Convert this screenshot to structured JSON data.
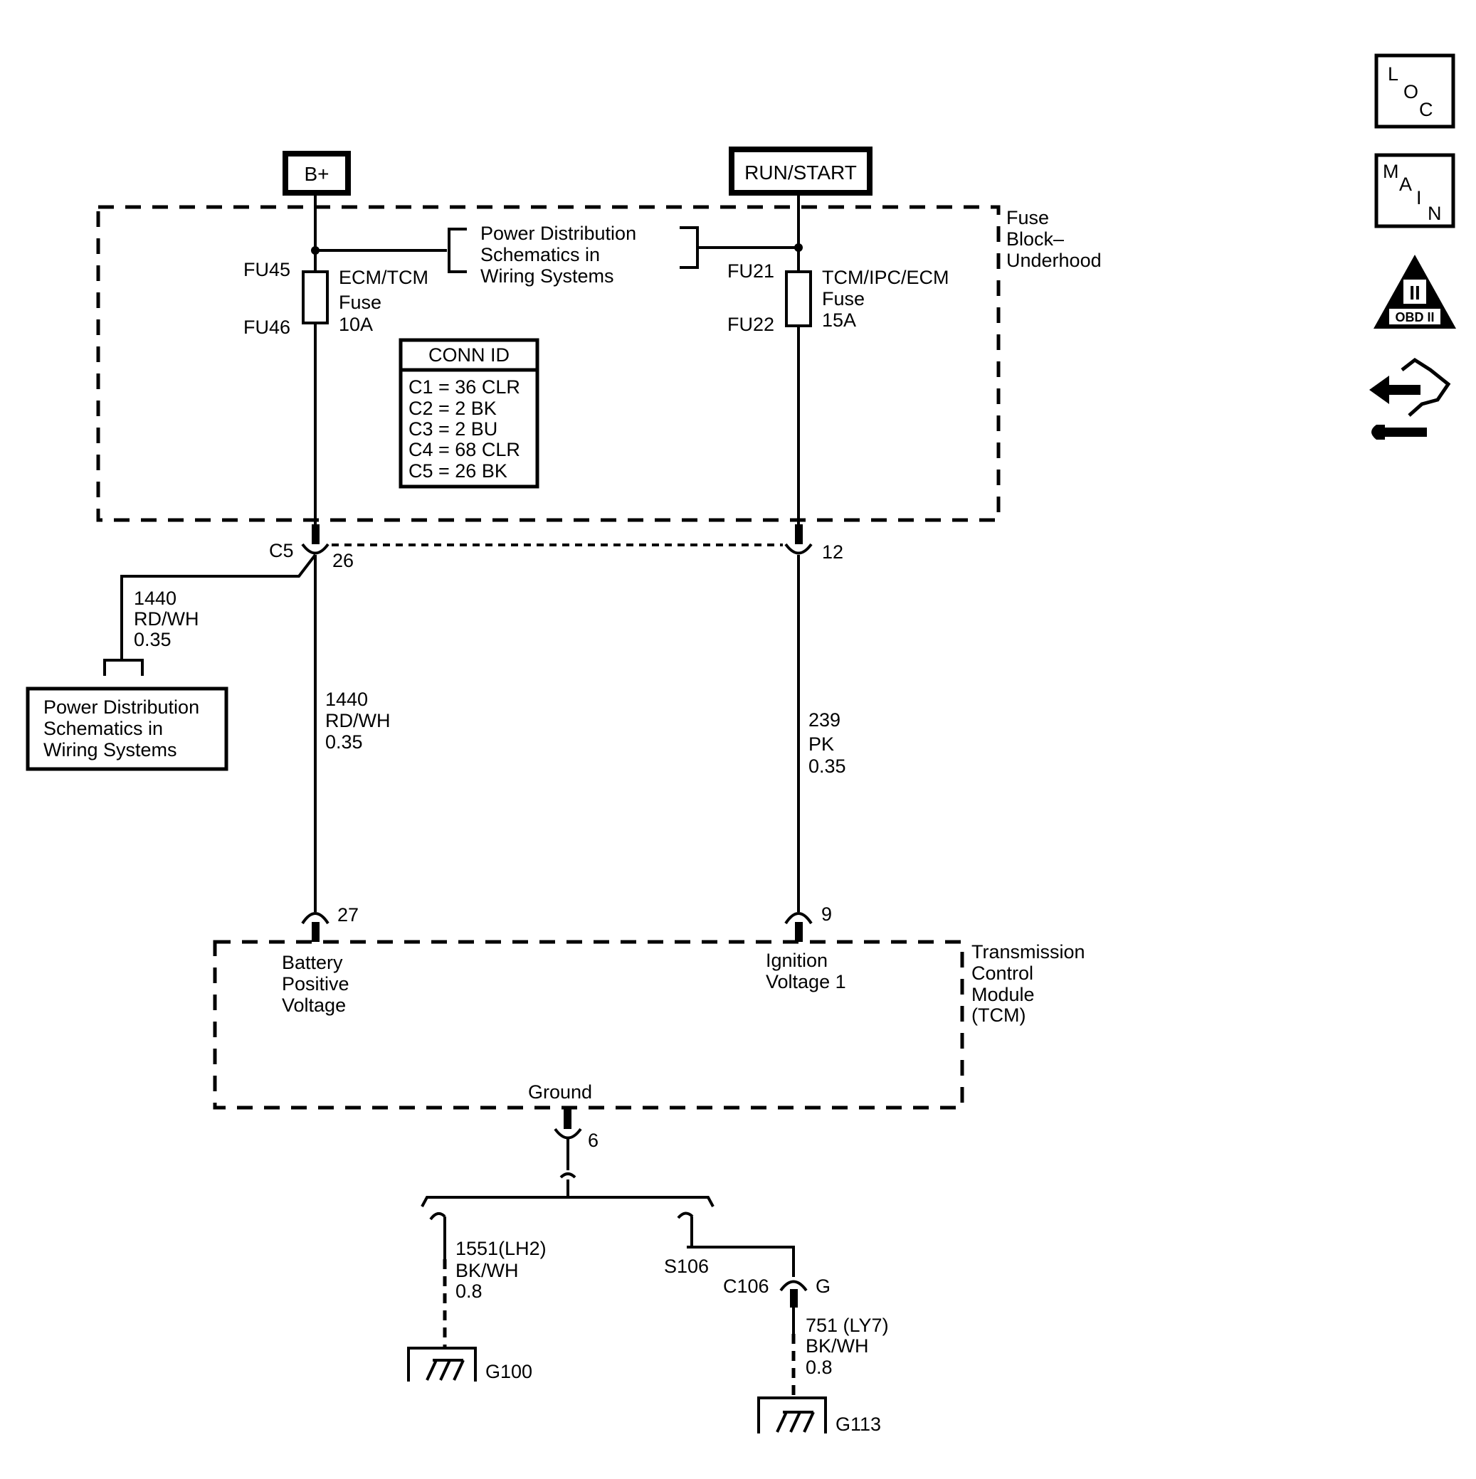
{
  "power_sources": {
    "b_plus": "B+",
    "run_start": "RUN/START"
  },
  "fuse_block": {
    "label_lines": [
      "Fuse",
      "Block–",
      "Underhood"
    ]
  },
  "fuses": {
    "left": {
      "top_terminal": "FU45",
      "bottom_terminal": "FU46",
      "name": "ECM/TCM",
      "word": "Fuse",
      "rating": "10A"
    },
    "right": {
      "top_terminal": "FU21",
      "bottom_terminal": "FU22",
      "name": "TCM/IPC/ECM",
      "word": "Fuse",
      "rating": "15A"
    }
  },
  "power_ref_top": [
    "Power Distribution",
    "Schematics in",
    "Wiring Systems"
  ],
  "power_ref_left": [
    "Power Distribution",
    "Schematics in",
    "Wiring Systems"
  ],
  "conn_id": {
    "title": "CONN ID",
    "rows": [
      "C1 = 36 CLR",
      "C2 = 2 BK",
      "C3 = 2 BU",
      "C4 = 68 CLR",
      "C5 = 26 BK"
    ]
  },
  "connectors": {
    "c5_label": "C5",
    "c5_pin_left": "26",
    "c5_pin_right": "12",
    "tcm_pin_left": "27",
    "tcm_pin_right": "9",
    "tcm_pin_ground": "6"
  },
  "wires": {
    "branch": [
      "1440",
      "RD/WH",
      "0.35"
    ],
    "left": [
      "1440",
      "RD/WH",
      "0.35"
    ],
    "right": [
      "239",
      "PK",
      "0.35"
    ],
    "g100": [
      "1551(LH2)",
      "BK/WH",
      "0.8"
    ],
    "g113": [
      "751 (LY7)",
      "BK/WH",
      "0.8"
    ]
  },
  "tcm": {
    "label_lines": [
      "Transmission",
      "Control",
      "Module",
      "(TCM)"
    ],
    "pin_left_label": [
      "Battery",
      "Positive",
      "Voltage"
    ],
    "pin_right_label": [
      "Ignition",
      "Voltage 1"
    ],
    "ground_label": "Ground"
  },
  "ground_path": {
    "splice": "S106",
    "c106": "C106",
    "c106_pin": "G",
    "g100": "G100",
    "g113": "G113"
  },
  "side_icons": {
    "loc": [
      "L",
      "O",
      "C"
    ],
    "main": [
      "M",
      "A",
      "I",
      "N"
    ],
    "obd_numeral": "II",
    "obd_text": "OBD II",
    "names": [
      "location-icon",
      "main-icon",
      "obd-ii-icon",
      "service-procedure-icon"
    ]
  }
}
